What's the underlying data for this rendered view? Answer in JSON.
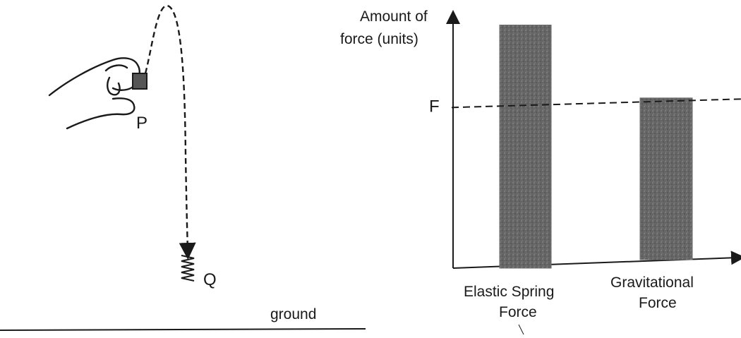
{
  "scene": {
    "point_p_label": "P",
    "point_q_label": "Q",
    "ground_label": "ground"
  },
  "chart_data": {
    "type": "bar",
    "ylabel_line1": "Amount of",
    "ylabel_line2": "force (units)",
    "reference_line_label": "F",
    "categories": [
      {
        "line1": "Elastic Spring",
        "line2": "Force"
      },
      {
        "line1": "Gravitational",
        "line2": "Force"
      }
    ],
    "values_relative_to_F": [
      1.5,
      1.05
    ],
    "reference_value_F": 1.0,
    "ylim": [
      0,
      1.55
    ],
    "bar_color": "#6b6b6b",
    "grid": false
  }
}
